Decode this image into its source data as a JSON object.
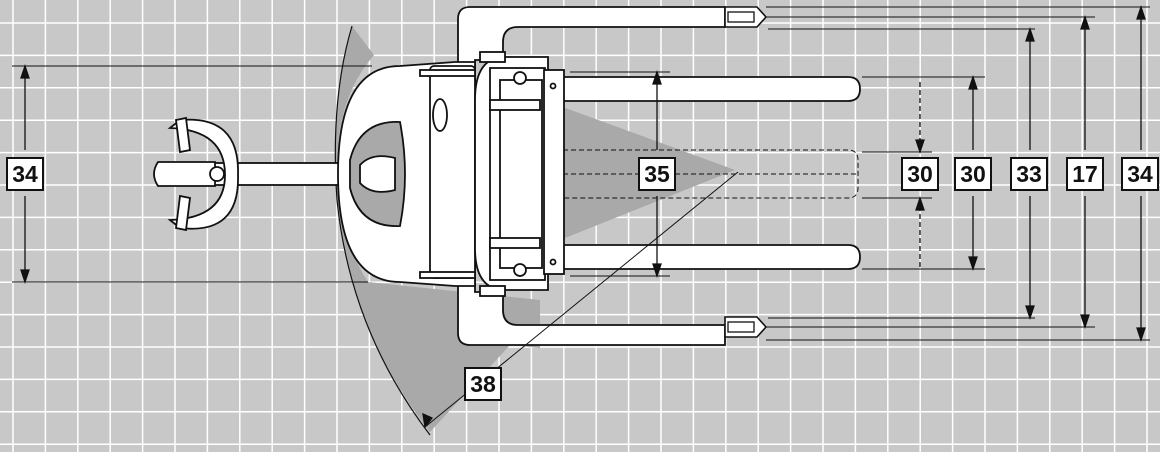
{
  "colors": {
    "background": "#c8c8c8",
    "grid": "#ffffff",
    "outline": "#111111",
    "body": "#ffffff",
    "shade": "#a9a9a9"
  },
  "labels": {
    "wheelbase_left": "34",
    "fork_spread_inner": "30",
    "fork_spread_outer": "30",
    "outrigger_inner": "33",
    "outrigger_width": "17",
    "overall_width": "34",
    "mast_width": "35",
    "turning_radius": "38"
  }
}
